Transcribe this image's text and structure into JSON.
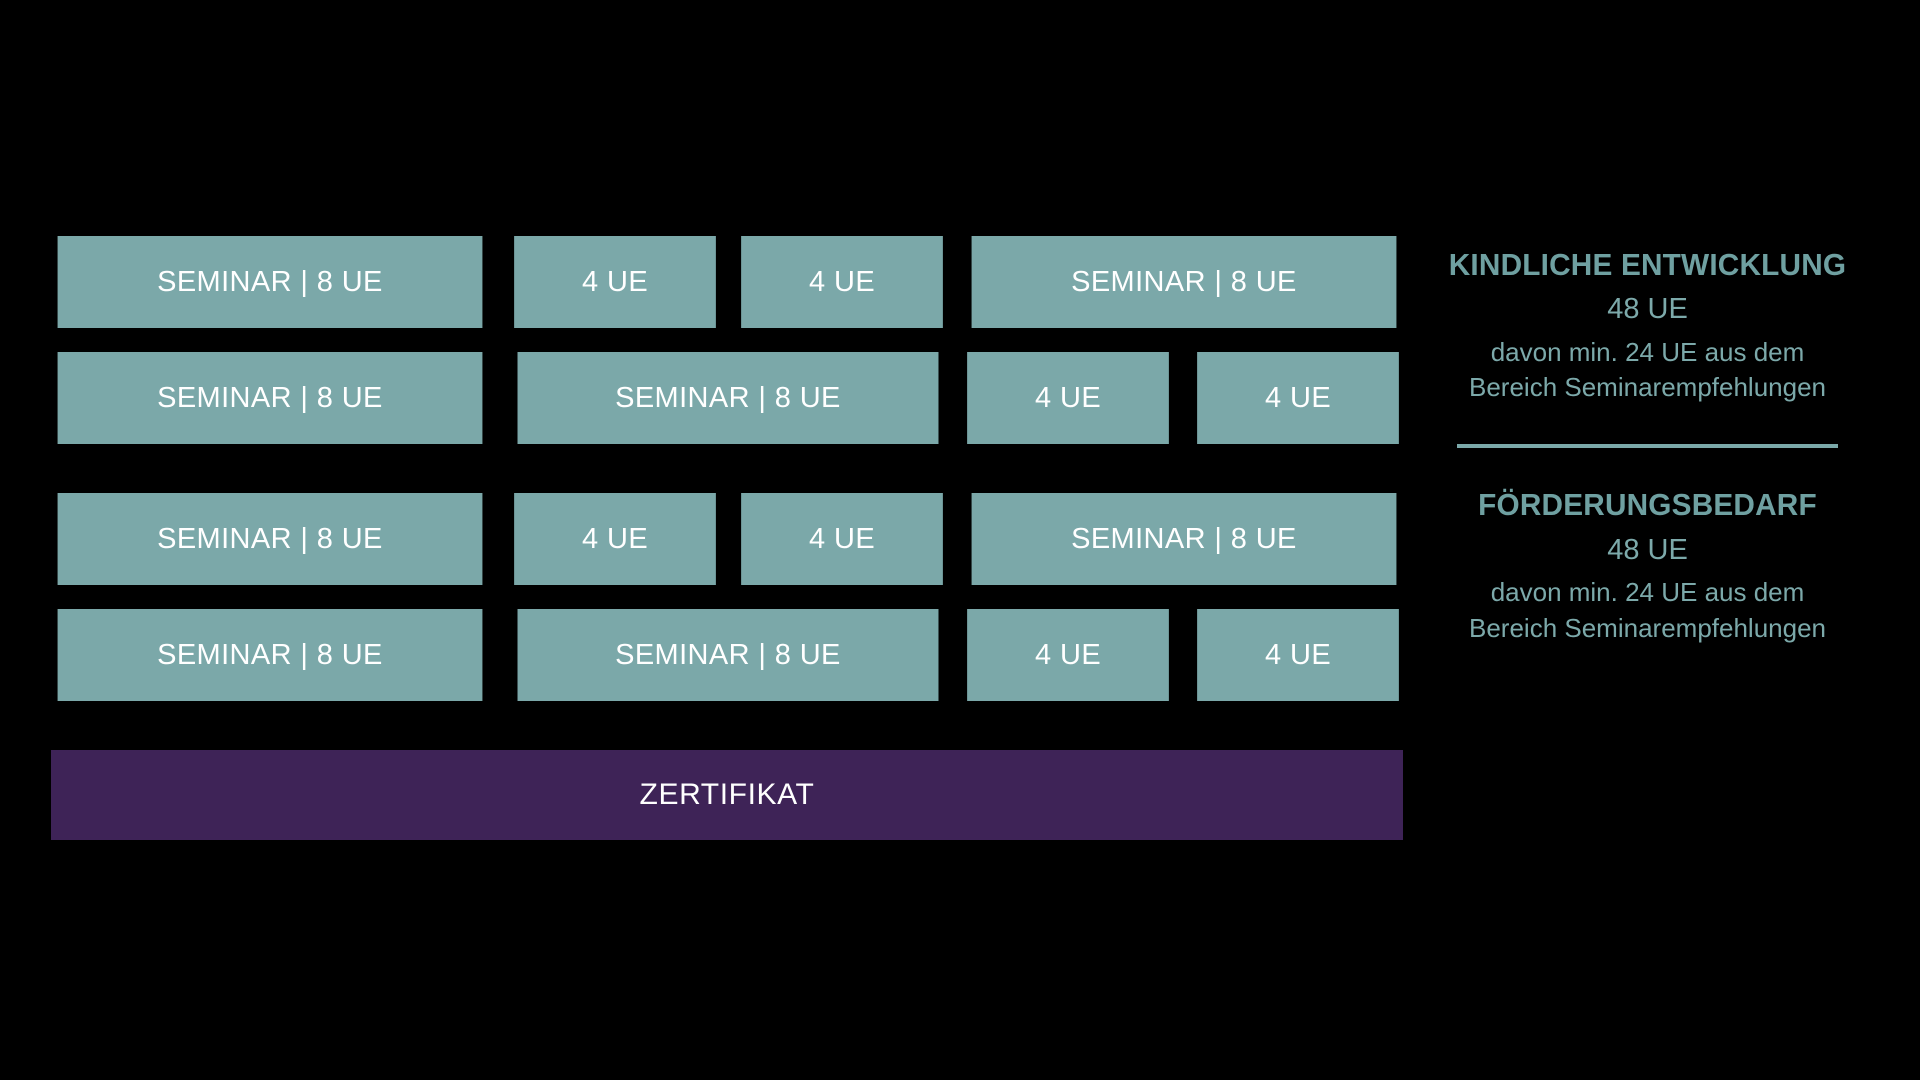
{
  "page": {
    "background_color": "#000000",
    "bar_color": "#7BA8A9",
    "certificate_color": "#3E2357",
    "accent_text_color": "#6FA0A1",
    "bar_text_color": "#FFFFFF"
  },
  "matrix": {
    "rows": [
      {
        "id": "row-1",
        "cells": [
          {
            "label": "SEMINAR | 8 UE",
            "kind": "seminar",
            "units": 8
          },
          {
            "label": "4 UE",
            "kind": "unit",
            "units": 4
          },
          {
            "label": "4 UE",
            "kind": "unit",
            "units": 4
          },
          {
            "label": "SEMINAR | 8 UE",
            "kind": "seminar",
            "units": 8
          }
        ]
      },
      {
        "id": "row-2",
        "cells": [
          {
            "label": "SEMINAR | 8 UE",
            "kind": "seminar",
            "units": 8
          },
          {
            "label": "SEMINAR | 8 UE",
            "kind": "seminar",
            "units": 8
          },
          {
            "label": "4 UE",
            "kind": "unit",
            "units": 4
          },
          {
            "label": "4 UE",
            "kind": "unit",
            "units": 4
          }
        ]
      },
      {
        "id": "row-3",
        "cells": [
          {
            "label": "SEMINAR | 8 UE",
            "kind": "seminar",
            "units": 8
          },
          {
            "label": "4 UE",
            "kind": "unit",
            "units": 4
          },
          {
            "label": "4 UE",
            "kind": "unit",
            "units": 4
          },
          {
            "label": "SEMINAR | 8 UE",
            "kind": "seminar",
            "units": 8
          }
        ]
      },
      {
        "id": "row-4",
        "cells": [
          {
            "label": "SEMINAR | 8 UE",
            "kind": "seminar",
            "units": 8
          },
          {
            "label": "SEMINAR | 8 UE",
            "kind": "seminar",
            "units": 8
          },
          {
            "label": "4 UE",
            "kind": "unit",
            "units": 4
          },
          {
            "label": "4 UE",
            "kind": "unit",
            "units": 4
          }
        ]
      }
    ]
  },
  "certificate": {
    "label": "ZERTIFIKAT"
  },
  "info_panel": {
    "blocks": [
      {
        "id": "kindliche-entwicklung",
        "title": "KINDLICHE ENTWICKLUNG",
        "hours": "48 UE",
        "note_line_1": "davon min. 24 UE aus dem",
        "note_line_2": "Bereich Seminarempfehlungen"
      },
      {
        "id": "foerderungsbedarf",
        "title": "FÖRDERUNGSBEDARF",
        "hours": "48 UE",
        "note_line_1": "davon min. 24 UE aus dem",
        "note_line_2": "Bereich Seminarempfehlungen"
      }
    ]
  }
}
